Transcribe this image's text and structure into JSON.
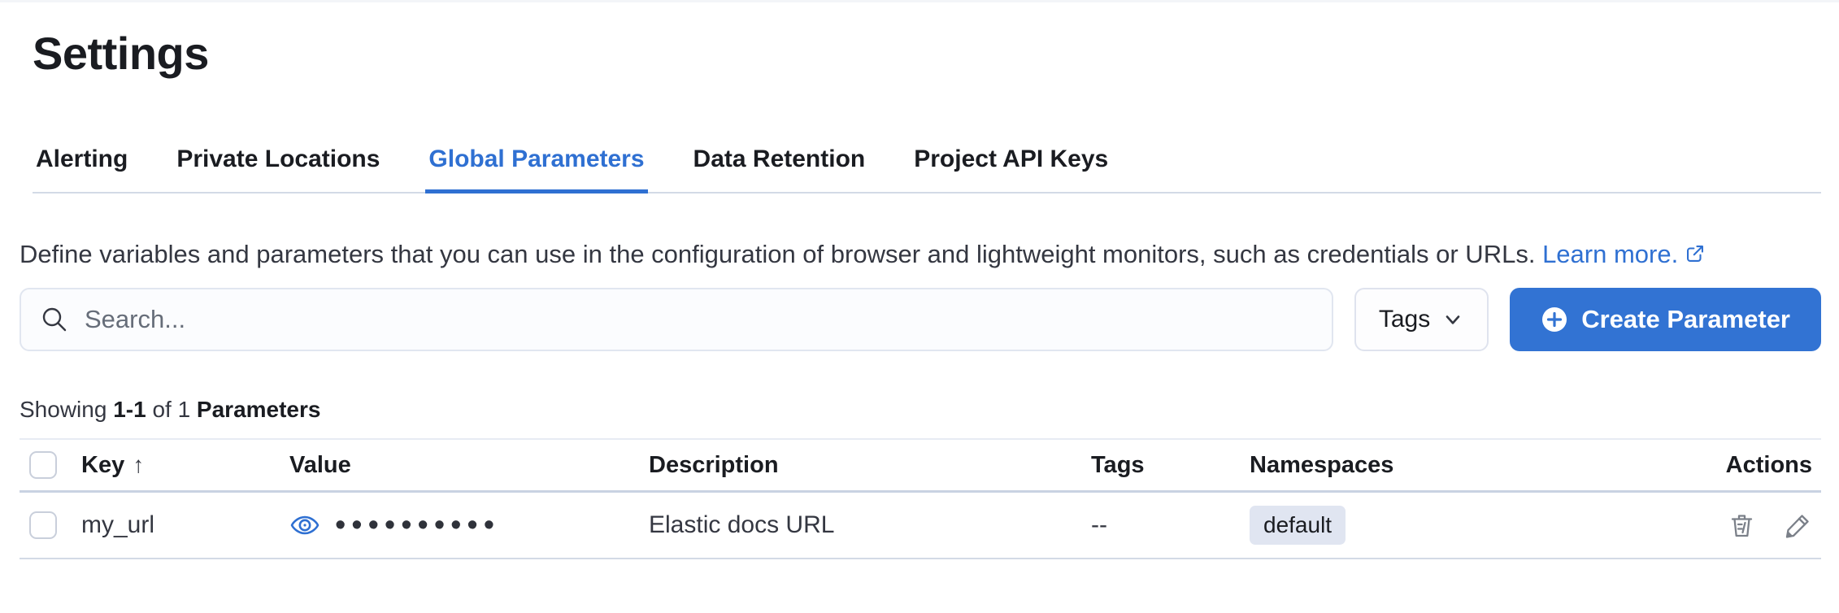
{
  "page": {
    "title": "Settings"
  },
  "tabs": [
    {
      "label": "Alerting",
      "active": false
    },
    {
      "label": "Private Locations",
      "active": false
    },
    {
      "label": "Global Parameters",
      "active": true
    },
    {
      "label": "Data Retention",
      "active": false
    },
    {
      "label": "Project API Keys",
      "active": false
    }
  ],
  "description": {
    "text": "Define variables and parameters that you can use in the configuration of browser and lightweight monitors, such as credentials or URLs.",
    "link_label": "Learn more.",
    "link_icon": "popout-external-link"
  },
  "toolbar": {
    "search_placeholder": "Search...",
    "search_icon": "magnifier",
    "tags_label": "Tags",
    "tags_icon": "chevron-down",
    "create_label": "Create Parameter",
    "create_icon": "plus-in-circle"
  },
  "summary": {
    "prefix": "Showing",
    "range": "1-1",
    "middle": "of 1",
    "entity": "Parameters"
  },
  "table": {
    "headers": {
      "key": "Key",
      "value": "Value",
      "description": "Description",
      "tags": "Tags",
      "namespaces": "Namespaces",
      "actions": "Actions"
    },
    "sort": {
      "column": "Key",
      "direction": "ascending",
      "indicator": "↑"
    },
    "rows": [
      {
        "key": "my_url",
        "masked_value": "••••••••••",
        "value_icon": "eye-reveal",
        "description": "Elastic docs URL",
        "tags": "--",
        "namespace": "default",
        "actions": [
          "delete",
          "edit"
        ]
      }
    ]
  },
  "colors": {
    "accent_blue": "#2f70d2",
    "button_blue": "#3273d3",
    "badge_bg": "#e0e5f1",
    "divider": "#d3dae6",
    "text_dark": "#1a1c21",
    "text_body": "#343741"
  }
}
